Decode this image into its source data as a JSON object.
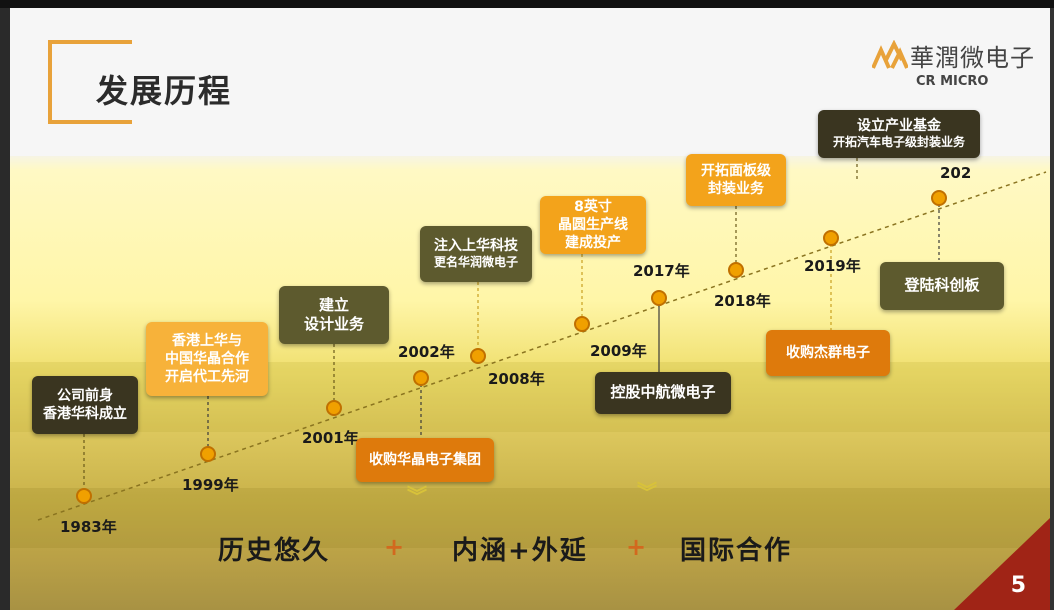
{
  "title": "发展历程",
  "logo": {
    "name": "華潤微电子",
    "sub": "CR MICRO"
  },
  "timeline": {
    "years": [
      {
        "label": "1983年"
      },
      {
        "label": "1999年"
      },
      {
        "label": "2001年"
      },
      {
        "label": "2002年"
      },
      {
        "label": "2008年"
      },
      {
        "label": "2009年"
      },
      {
        "label": "2017年"
      },
      {
        "label": "2018年"
      },
      {
        "label": "2019年"
      },
      {
        "label": "202"
      }
    ],
    "events": [
      {
        "lines": [
          "公司前身",
          "香港华科成立"
        ]
      },
      {
        "lines": [
          "香港上华与",
          "中国华晶合作",
          "开启代工先河"
        ]
      },
      {
        "lines": [
          "建立",
          "设计业务"
        ]
      },
      {
        "lines": [
          "收购华晶电子集团"
        ]
      },
      {
        "lines": [
          "注入上华科技",
          "更名华润微电子"
        ]
      },
      {
        "lines": [
          "8英寸",
          "晶圆生产线",
          "建成投产"
        ]
      },
      {
        "lines": [
          "控股中航微电子"
        ]
      },
      {
        "lines": [
          "开拓面板级",
          "封装业务"
        ]
      },
      {
        "lines": [
          "收购杰群电子"
        ]
      },
      {
        "lines": [
          "设立产业基金",
          "开拓汽车电子级封装业务"
        ]
      },
      {
        "lines": [
          "登陆科创板"
        ]
      }
    ]
  },
  "taglines": [
    "历史悠久",
    "+",
    "内涵+外延",
    "+",
    "国际合作"
  ],
  "page_number": "5",
  "colors": {
    "accent": "#e8a23a",
    "orange": "#f3a31b",
    "deep_orange": "#de7a0c",
    "dark_box": "#3a3520",
    "olive_box": "#5d5a2e",
    "line": "#8a7420",
    "dot": "#f0a000"
  }
}
